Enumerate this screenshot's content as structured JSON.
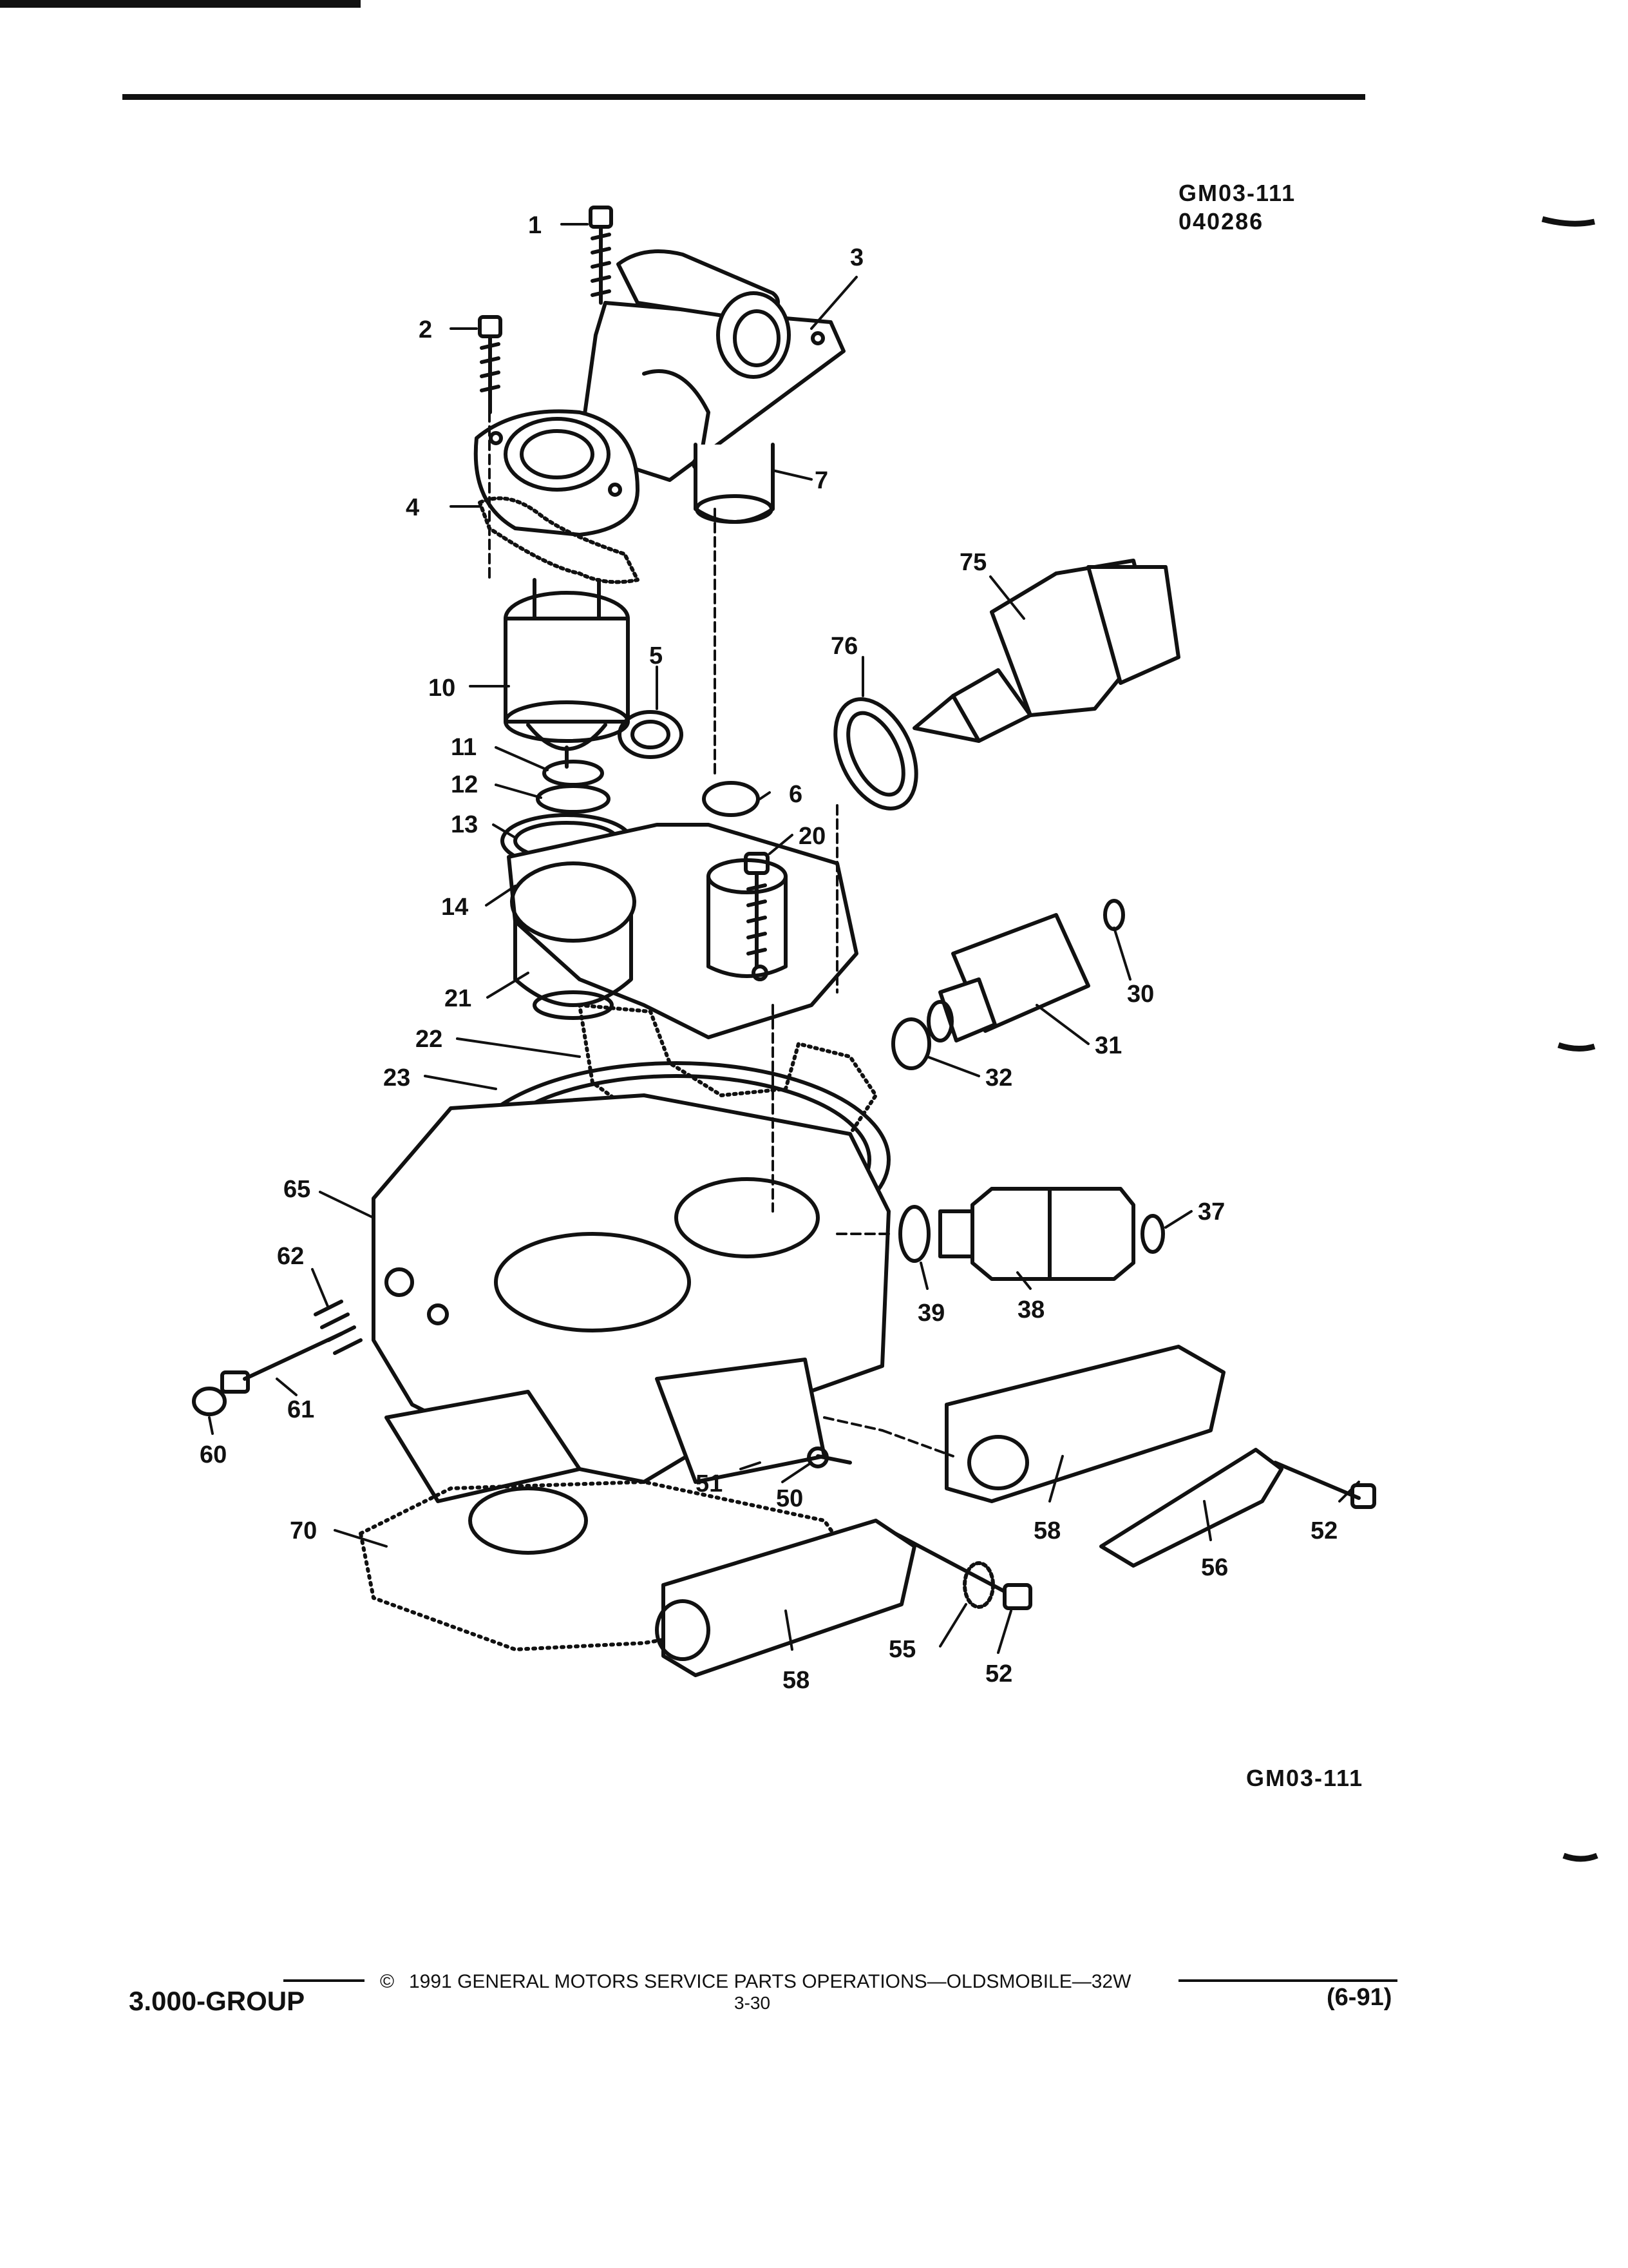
{
  "figure": {
    "id_top_line1": "GM03-111",
    "id_top_line2": "040286",
    "id_bottom": "GM03-111"
  },
  "callouts": [
    "1",
    "2",
    "3",
    "4",
    "7",
    "75",
    "5",
    "76",
    "10",
    "11",
    "12",
    "13",
    "6",
    "20",
    "14",
    "30",
    "21",
    "31",
    "22",
    "32",
    "23",
    "65",
    "37",
    "62",
    "39",
    "38",
    "61",
    "60",
    "51",
    "50",
    "70",
    "58",
    "52",
    "56",
    "55",
    "58",
    "52"
  ],
  "footer": {
    "copyright_symbol": "©",
    "copyright_text": "1991  GENERAL MOTORS SERVICE PARTS OPERATIONS—OLDSMOBILE—32W",
    "group": "3.000-GROUP",
    "page": "3-30",
    "revision": "(6-91)"
  }
}
